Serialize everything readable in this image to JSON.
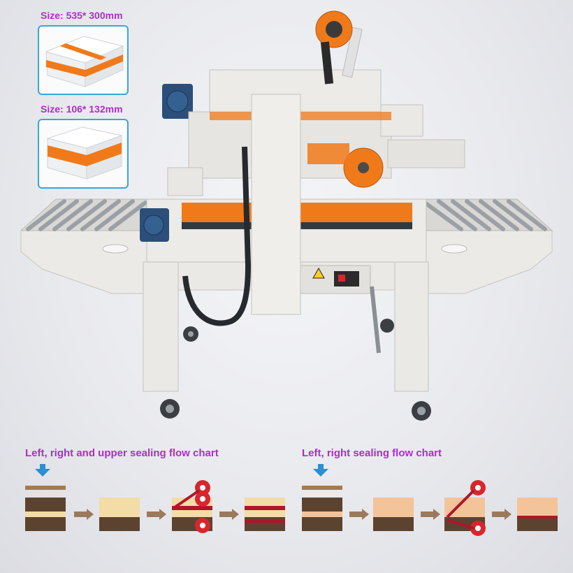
{
  "sizes": {
    "large": "Size: 535* 300mm",
    "small": "Size: 106* 132mm"
  },
  "flow_charts": {
    "full": "Left, right and upper sealing flow chart",
    "side": "Left, right sealing flow chart"
  },
  "colors": {
    "label_purple": "#b02bd0",
    "card_border": "#3aa6d8",
    "tape_orange": "#f07a1a",
    "tape_red": "#b0152a",
    "box_tan": "#f3dca6",
    "box_brown": "#5c4330",
    "box_peach": "#f3c49a",
    "arrow_blue": "#2d8ed0",
    "flow_arrow": "#9b7a5c"
  },
  "icons": {
    "machine": "carton-sealer-machine",
    "roller_wheel": "tape-roll-icon",
    "down_arrow": "arrow-down-icon",
    "flow_arrow": "arrow-right-icon"
  }
}
